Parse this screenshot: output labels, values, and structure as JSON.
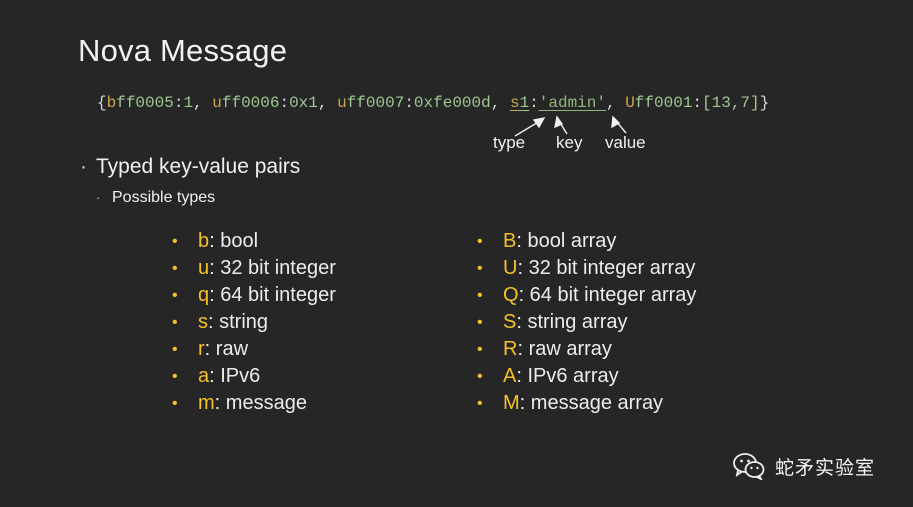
{
  "slide": {
    "title": "Nova Message",
    "code": {
      "open": "{",
      "t1": "b",
      "k1": "ff0005",
      "sep1": ":",
      "v1": "1",
      "c1": ", ",
      "t2": "u",
      "k2": "ff0006",
      "sep2": ":",
      "v2": "0x1",
      "c2": ", ",
      "t3": "u",
      "k3": "ff0007",
      "sep3": ":",
      "v3": "0xfe000d",
      "c3": ", ",
      "t4": "s",
      "k4": "1",
      "sep4": ":",
      "v4": "'admin'",
      "c4": ", ",
      "t5": "U",
      "k5": "ff0001",
      "sep5": ":",
      "v5": "[13,7]",
      "close": "}"
    },
    "annotations": {
      "type": "type",
      "key": "key",
      "value": "value"
    },
    "bullet_main": "Typed key-value pairs",
    "bullet_sub": "Possible types",
    "types_left": [
      {
        "letter": "b",
        "desc": ": bool"
      },
      {
        "letter": "u",
        "desc": ": 32 bit integer"
      },
      {
        "letter": "q",
        "desc": ": 64 bit integer"
      },
      {
        "letter": "s",
        "desc": ": string"
      },
      {
        "letter": "r",
        "desc": ": raw"
      },
      {
        "letter": "a",
        "desc": ": IPv6"
      },
      {
        "letter": "m",
        "desc": ": message"
      }
    ],
    "types_right": [
      {
        "letter": "B",
        "desc": ": bool array"
      },
      {
        "letter": "U",
        "desc": ": 32 bit integer array"
      },
      {
        "letter": "Q",
        "desc": ": 64 bit integer array"
      },
      {
        "letter": "S",
        "desc": ": string array"
      },
      {
        "letter": "R",
        "desc": ": raw array"
      },
      {
        "letter": "A",
        "desc": ": IPv6 array"
      },
      {
        "letter": "M",
        "desc": ": message array"
      }
    ],
    "bullet_glyph": "•",
    "dot_glyph": "·"
  },
  "watermark": {
    "text": "蛇矛实验室",
    "icon": "wechat-icon"
  },
  "colors": {
    "background": "#262626",
    "accent": "#f5c12a",
    "type_letter": "#c9a84c",
    "value_green": "#8fb87c"
  }
}
